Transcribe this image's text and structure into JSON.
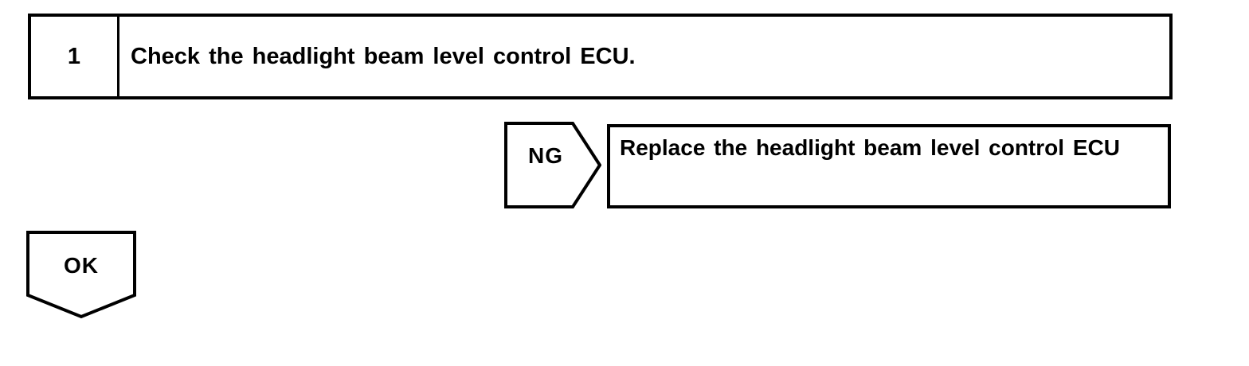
{
  "flowchart": {
    "step": {
      "number": "1",
      "instruction": "Check the headlight beam level control ECU."
    },
    "ng_branch": {
      "label": "NG",
      "action": "Replace the headlight beam level control ECU"
    },
    "ok_branch": {
      "label": "OK"
    },
    "colors": {
      "line": "#000000",
      "background": "#ffffff",
      "text": "#000000"
    }
  }
}
